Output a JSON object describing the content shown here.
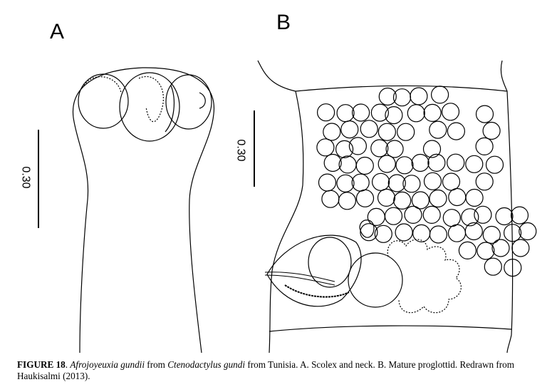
{
  "panels": {
    "a": {
      "label": "A",
      "scale_bar": "0.30"
    },
    "b": {
      "label": "B",
      "scale_bar": "0.30"
    }
  },
  "caption": {
    "figure_number": "FIGURE 18",
    "sep1": ". ",
    "species": "Afrojoyeuxia gundii",
    "text1": " from ",
    "host": "Ctenodactylus gundi",
    "text2": " from Tunisia. A. Scolex and neck. B. Mature proglottid. Redrawn from Haukisalmi (2013)."
  }
}
